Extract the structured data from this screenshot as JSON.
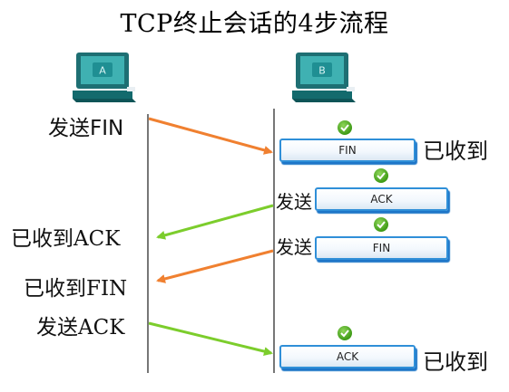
{
  "title": "TCP终止会话的4步流程",
  "host_a": {
    "label": "A"
  },
  "host_b": {
    "label": "B"
  },
  "left_labels": {
    "send_fin": "发送FIN",
    "recv_ack": "已收到ACK",
    "recv_fin": "已收到FIN",
    "send_ack": "发送ACK"
  },
  "right_labels": {
    "received_1": "已收到",
    "send_1": "发送",
    "send_2": "发送",
    "received_2": "已收到"
  },
  "packets": [
    "FIN",
    "ACK",
    "FIN",
    "ACK"
  ],
  "colors": {
    "fin_arrow": "#f08030",
    "ack_arrow": "#7ccd2c",
    "packet_border": "#2f8fd8",
    "check": "#4aa51c"
  }
}
